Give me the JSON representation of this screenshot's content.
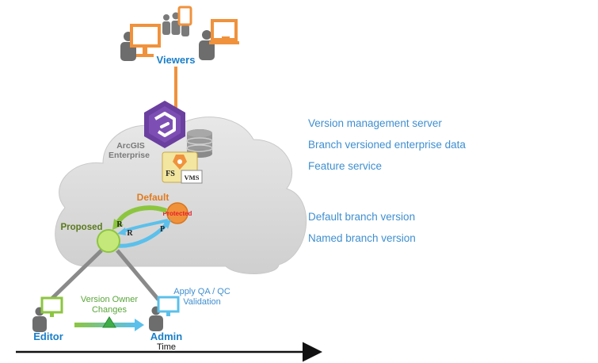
{
  "colors": {
    "orange": "#f0923c",
    "blue_label": "#1a7fc9",
    "light_blue_text": "#3f8fd0",
    "green": "#8cc63f",
    "dark_green_text": "#5a7a1e",
    "purple": "#6b3fa0",
    "cloud": "#d9d9d9",
    "protected_red": "#e5202a",
    "person_gray": "#6d6d6d"
  },
  "viewers": {
    "label": "Viewers"
  },
  "cloud": {
    "platform_line1": "ArcGIS",
    "platform_line2": "Enterprise",
    "fs_label": "FS",
    "vms_label": "VMS"
  },
  "branches": {
    "default_label": "Default",
    "protected_label": "Protected",
    "proposed_label": "Proposed",
    "r_label_1": "R",
    "r_label_2": "R",
    "p_label": "P"
  },
  "workflow": {
    "editor_label": "Editor",
    "admin_label": "Admin",
    "owner_changes_line1": "Version Owner",
    "owner_changes_line2": "Changes",
    "qa_line1": "Apply QA / QC",
    "qa_line2": "Validation",
    "time_label": "Time"
  },
  "legend": [
    "Version management server",
    "Branch versioned enterprise data",
    "Feature service",
    "Default branch version",
    "Named branch version"
  ],
  "icons": [
    "person-icon",
    "monitor-icon",
    "tablet-icon",
    "laptop-icon",
    "database-icon",
    "vms-server-icon",
    "feature-service-icon"
  ]
}
